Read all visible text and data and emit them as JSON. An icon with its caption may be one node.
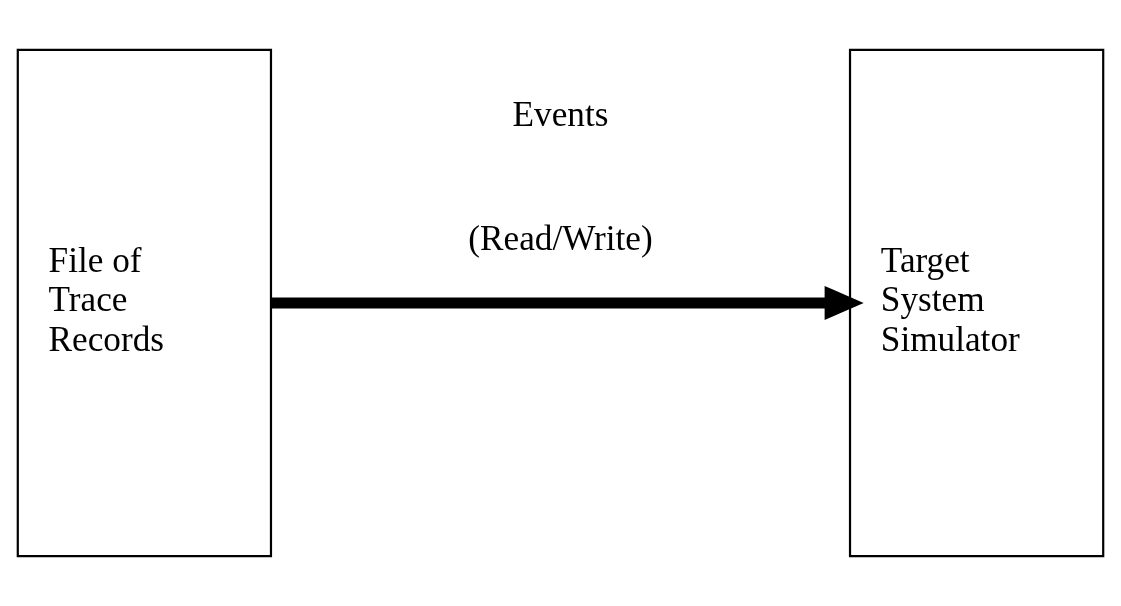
{
  "diagram": {
    "nodes": [
      {
        "text": [
          "File of Trace Records"
        ]
      },
      {
        "text": [
          "Target System Simulator"
        ]
      }
    ],
    "edges": [
      {
        "from": 0,
        "to": 1,
        "arrow": "to",
        "label": "Events (Read/Write)"
      }
    ]
  }
}
